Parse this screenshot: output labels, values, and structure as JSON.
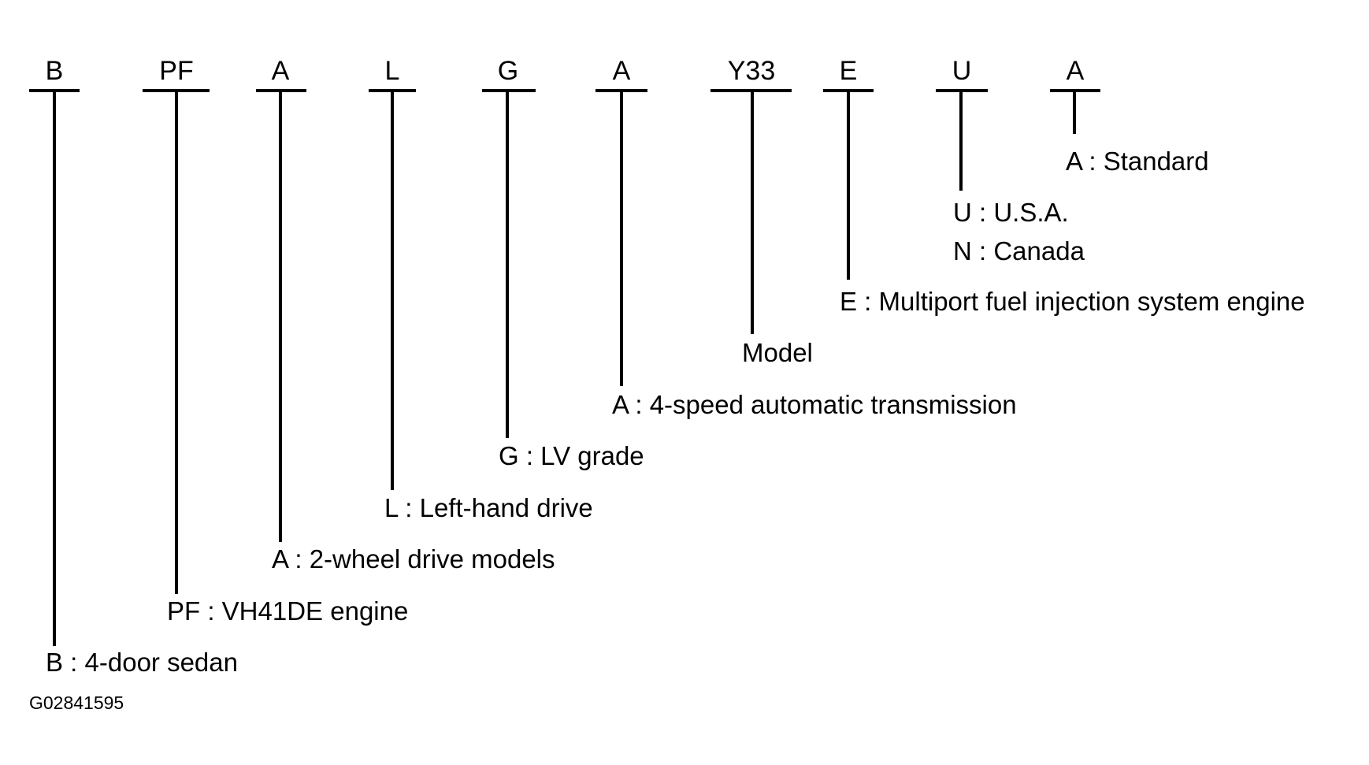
{
  "fields": [
    {
      "code": "B",
      "description": "B : 4-door sedan"
    },
    {
      "code": "PF",
      "description": "PF : VH41DE engine"
    },
    {
      "code": "A",
      "description": "A : 2-wheel drive models"
    },
    {
      "code": "L",
      "description": "L : Left-hand drive"
    },
    {
      "code": "G",
      "description": "G : LV grade"
    },
    {
      "code": "A",
      "description": "A : 4-speed automatic transmission"
    },
    {
      "code": "Y33",
      "description": "Model"
    },
    {
      "code": "E",
      "description": "E : Multiport fuel injection system engine"
    },
    {
      "code": "U",
      "description": "U : U.S.A.",
      "description_2": "N : Canada"
    },
    {
      "code": "A",
      "description": "A : Standard"
    }
  ],
  "figure_id": "G02841595"
}
